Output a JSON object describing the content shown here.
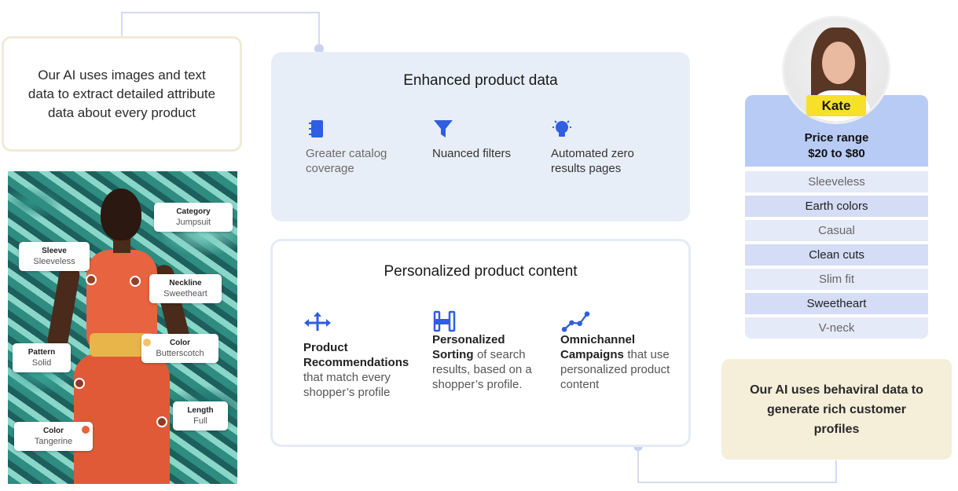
{
  "left_callout": {
    "text": "Our AI uses images and text data to extract detailed attribute data about every product"
  },
  "image_tags": {
    "category": {
      "name": "Category",
      "value": "Jumpsuit"
    },
    "sleeve": {
      "name": "Sleeve",
      "value": "Sleeveless"
    },
    "neckline": {
      "name": "Neckline",
      "value": "Sweetheart"
    },
    "pattern": {
      "name": "Pattern",
      "value": "Solid"
    },
    "color_belt": {
      "name": "Color",
      "value": "Butterscotch",
      "dot": "#f2c46a"
    },
    "length": {
      "name": "Length",
      "value": "Full"
    },
    "color_main": {
      "name": "Color",
      "value": "Tangerine",
      "dot": "#e8633f"
    }
  },
  "enhanced": {
    "title": "Enhanced product data",
    "features": [
      {
        "icon": "notebook-icon",
        "text": "Greater catalog coverage"
      },
      {
        "icon": "funnel-icon",
        "text": "Nuanced filters"
      },
      {
        "icon": "lightbulb-icon",
        "text": "Automated zero results pages"
      }
    ]
  },
  "personalized": {
    "title": "Personalized product content",
    "features": [
      {
        "icon": "split-arrows-icon",
        "title": "Product Recommendations",
        "desc": "that match every shopper’s profile"
      },
      {
        "icon": "sorting-icon",
        "title": "Personalized Sorting",
        "desc": "of search results, based on a shopper’s profile."
      },
      {
        "icon": "channels-icon",
        "title": "Omnichannel Campaigns",
        "desc": "that use personalized product content"
      }
    ]
  },
  "persona": {
    "name": "Kate",
    "price_label": "Price range",
    "price_value": "$20 to $80",
    "attributes": [
      "Sleeveless",
      "Earth colors",
      "Casual",
      "Clean cuts",
      "Slim fit",
      "Sweetheart",
      "V-neck"
    ]
  },
  "right_callout": {
    "text": "Our AI uses behaviral data to generate rich customer profiles"
  },
  "colors": {
    "accent_blue": "#2f5fe0",
    "connector": "#c9d3ef",
    "badge_yellow": "#f7e02a"
  }
}
